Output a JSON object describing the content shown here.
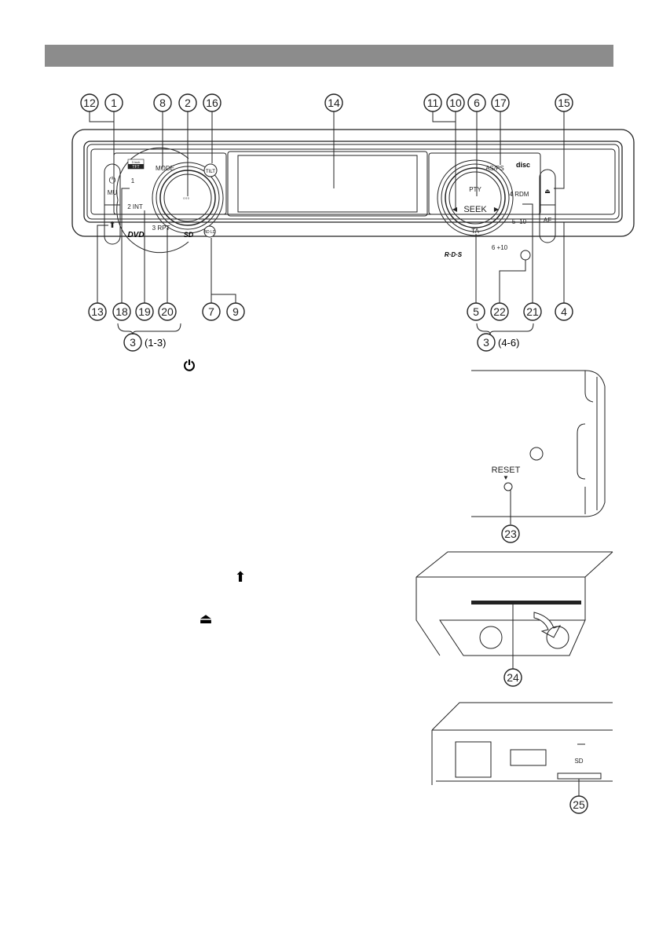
{
  "header_bar": {
    "color": "#8c8c8c"
  },
  "faceplate": {
    "buttons": {
      "power_mute": "MU",
      "mode": "MODE",
      "tilt": "TILT",
      "preset1": "1",
      "preset2": "2 INT",
      "preset3": "3 RPT",
      "as_ps": "AS/PS",
      "preset4": "4 RDM",
      "preset5": "5 -10",
      "preset6": "6 +10",
      "pty": "PTY",
      "seek": "SEEK",
      "ta": "TA",
      "af": "AF",
      "bd_ld": "BD LD"
    },
    "screen_badge": {
      "size": "3 inch",
      "type": "TFT"
    },
    "logos": {
      "dvd": "DVD",
      "sd": "SD",
      "rds": "R·D·S",
      "disc": "disc"
    }
  },
  "callouts_top": [
    "12",
    "1",
    "8",
    "2",
    "16",
    "14",
    "11",
    "10",
    "6",
    "17",
    "15"
  ],
  "callouts_bottom": [
    "13",
    "18",
    "19",
    "20",
    "7",
    "9",
    "5",
    "22",
    "21",
    "4"
  ],
  "groups": [
    {
      "number": "3",
      "range": "(1-3)"
    },
    {
      "number": "3",
      "range": "(4-6)"
    }
  ],
  "inline_icons": [
    "power-icon",
    "home-eject-icon",
    "eject-icon"
  ],
  "reset_panel": {
    "label": "RESET",
    "callout": "23"
  },
  "drawer_callout": "24",
  "sd_slot_callout": "25"
}
